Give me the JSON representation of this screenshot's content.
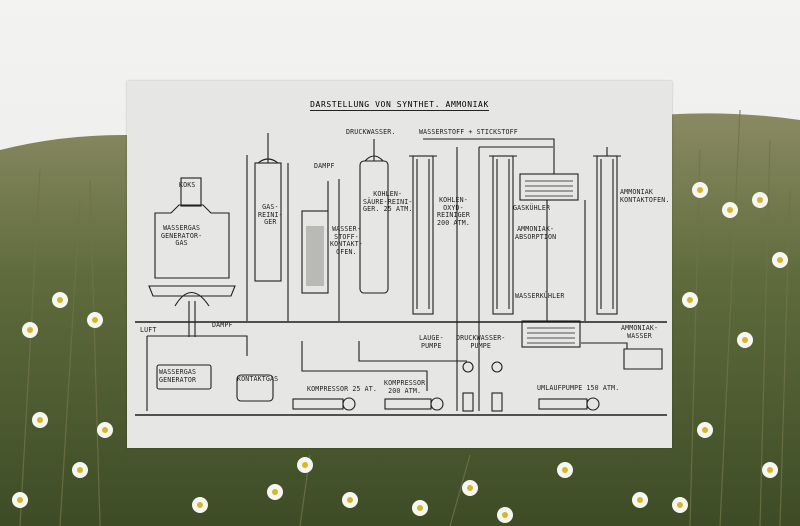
{
  "diagram": {
    "title": "DARSTELLUNG VON SYNTHET. AMMONIAK",
    "labels": {
      "koks": "KOKS",
      "wassergas_generator_gas": "WASSERGAS\nGENERATOR-\nGAS",
      "luft": "LUFT",
      "dampf_lower": "DAMPF",
      "gasreiniger": "GAS-\nREINI-\nGER",
      "dampf_upper": "DAMPF",
      "wasserstoff_kontaktofen": "WASSER-\nSTOFF-\nKONTAKT-\nOFEN.",
      "druckwasser_top": "DRUCKWASSER.",
      "wasserstoff_stickstoff": "WASSERSTOFF + STICKSTOFF",
      "kohlensaeure_reiniger": "KOHLEN-\nSÄURE-REINI-\nGER. 25 ATM.",
      "kohlenoxyd_reiniger": "KOHLEN-\nOXYD-\nREINIGER\n200 ATM.",
      "gaskuehler": "GASKÜHLER",
      "ammoniak_absorption": "AMMONIAK-\nABSORPTION",
      "ammoniak_kontaktofen": "AMMONIAK\nKONTAKTOFEN.",
      "wasserkuehler": "WASSERKÜHLER",
      "ammoniak_wasser": "AMMONIAK-\nWASSER",
      "lower_wassergas_generator": "WASSERGAS\nGENERATOR",
      "kontaktgas": "KONTAKTGAS",
      "kompressor_25": "KOMPRESSOR 25 AT.",
      "kompressor_200": "KOMPRESSOR\n200 ATM.",
      "laugepumpe": "LAUGE-\nPUMPE",
      "druckwasserpumpe": "DRUCKWASSER-\nPUMPE",
      "umlaufpumpe": "UMLAUFPUMPE 150 ATM."
    }
  }
}
